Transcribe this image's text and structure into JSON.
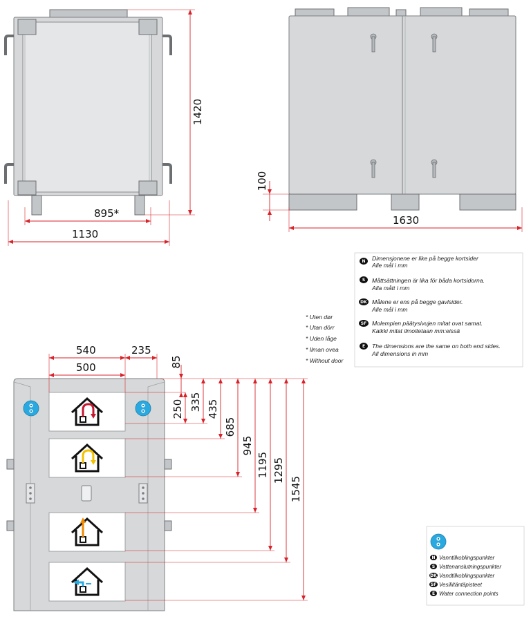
{
  "top_left_view": {
    "height_label": "1420",
    "inner_width_label": "895*",
    "outer_width_label": "1130"
  },
  "top_right_view": {
    "foot_label": "100",
    "length_label": "1630"
  },
  "asterisk_notes": [
    "* Uten dør",
    "* Utan dörr",
    "* Uden låge",
    "* Ilman ovea",
    "* Without door"
  ],
  "language_notes": [
    {
      "badge": "N",
      "line1": "Dimensjonene er like på begge kortsider",
      "line2": "Alle mål i mm"
    },
    {
      "badge": "S",
      "line1": "Måttsättningen är lika för båda kortsidorna.",
      "line2": "Alla mått i mm"
    },
    {
      "badge": "DK",
      "line1": "Målene er ens på begge gavlsider.",
      "line2": "Alle mål i mm"
    },
    {
      "badge": "SF",
      "line1": "Molempien päätysivujen mitat ovat samat.",
      "line2": "Kaikki mitat ilmoitetaan mm:eissä"
    },
    {
      "badge": "E",
      "line1": "The dimensions are the same on both end sides.",
      "line2": "All dimensions in mm"
    }
  ],
  "bottom_view": {
    "h_labels": {
      "w540": "540",
      "w500": "500",
      "w235": "235"
    },
    "v_labels": [
      "85",
      "250",
      "335",
      "435",
      "685",
      "945",
      "1195",
      "1295",
      "1545"
    ]
  },
  "legend": [
    {
      "badge": "N",
      "text": "Vanntilkoblingspunkter"
    },
    {
      "badge": "S",
      "text": "Vattenanslutningspunkter"
    },
    {
      "badge": "DK",
      "text": "Vandtilkoblingspunkter"
    },
    {
      "badge": "SF",
      "text": "Vesiliitäntäpisteet"
    },
    {
      "badge": "E",
      "text": "Water connection points"
    }
  ],
  "colors": {
    "dimension_red": "#d8232a",
    "water_point_blue": "#2aa9e0",
    "arrow_red": "#c4182f",
    "arrow_yellow": "#f2c100",
    "arrow_orange": "#ef8a00",
    "arrow_blue": "#2aa9e0"
  }
}
